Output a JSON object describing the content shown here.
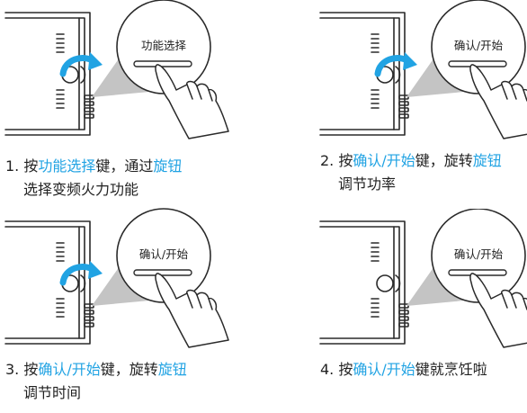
{
  "steps": [
    {
      "number": "1.",
      "line1": [
        {
          "text": "按",
          "hl": false
        },
        {
          "text": "功能选择",
          "hl": true
        },
        {
          "text": "键，通过",
          "hl": false
        },
        {
          "text": "旋钮",
          "hl": true
        }
      ],
      "line2": "选择变频火力功能",
      "bubble_label": "功能选择",
      "shows_rotate_arrow": true
    },
    {
      "number": "2.",
      "line1": [
        {
          "text": "按",
          "hl": false
        },
        {
          "text": "确认/开始",
          "hl": true
        },
        {
          "text": "键，旋转",
          "hl": false
        },
        {
          "text": "旋钮",
          "hl": true
        }
      ],
      "line2": "调节功率",
      "bubble_label": "确认/开始",
      "shows_rotate_arrow": true
    },
    {
      "number": "3.",
      "line1": [
        {
          "text": "按",
          "hl": false
        },
        {
          "text": "确认/开始",
          "hl": true
        },
        {
          "text": "键，旋转",
          "hl": false
        },
        {
          "text": "旋钮",
          "hl": true
        }
      ],
      "line2": "调节时间",
      "bubble_label": "确认/开始",
      "shows_rotate_arrow": true
    },
    {
      "number": "4.",
      "line1": [
        {
          "text": "按",
          "hl": false
        },
        {
          "text": "确认/开始",
          "hl": true
        },
        {
          "text": "键就烹饪啦",
          "hl": false
        }
      ],
      "line2": "",
      "bubble_label": "确认/开始",
      "shows_rotate_arrow": false
    }
  ],
  "colors": {
    "highlight": "#21a3e3",
    "text": "#222222",
    "line": "#2a2a2a",
    "shadow": "#c4c4c4"
  }
}
